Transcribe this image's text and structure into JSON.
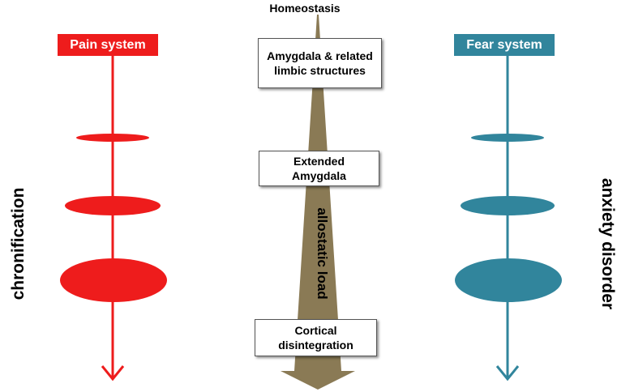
{
  "colors": {
    "pain": "#ee1c1c",
    "fear": "#31859c",
    "allostatic_arrow": "#8a7a55"
  },
  "pain_system": {
    "label": "Pain system",
    "axis_label": "chronification"
  },
  "fear_system": {
    "label": "Fear system",
    "axis_label": "anxiety disorder"
  },
  "center": {
    "top_label": "Homeostasis",
    "stages": [
      {
        "label": "Amygdala & related limbic structures"
      },
      {
        "label": "Extended Amygdala"
      },
      {
        "label": "Cortical disintegration"
      }
    ],
    "arrow_label": "allostatic load"
  }
}
